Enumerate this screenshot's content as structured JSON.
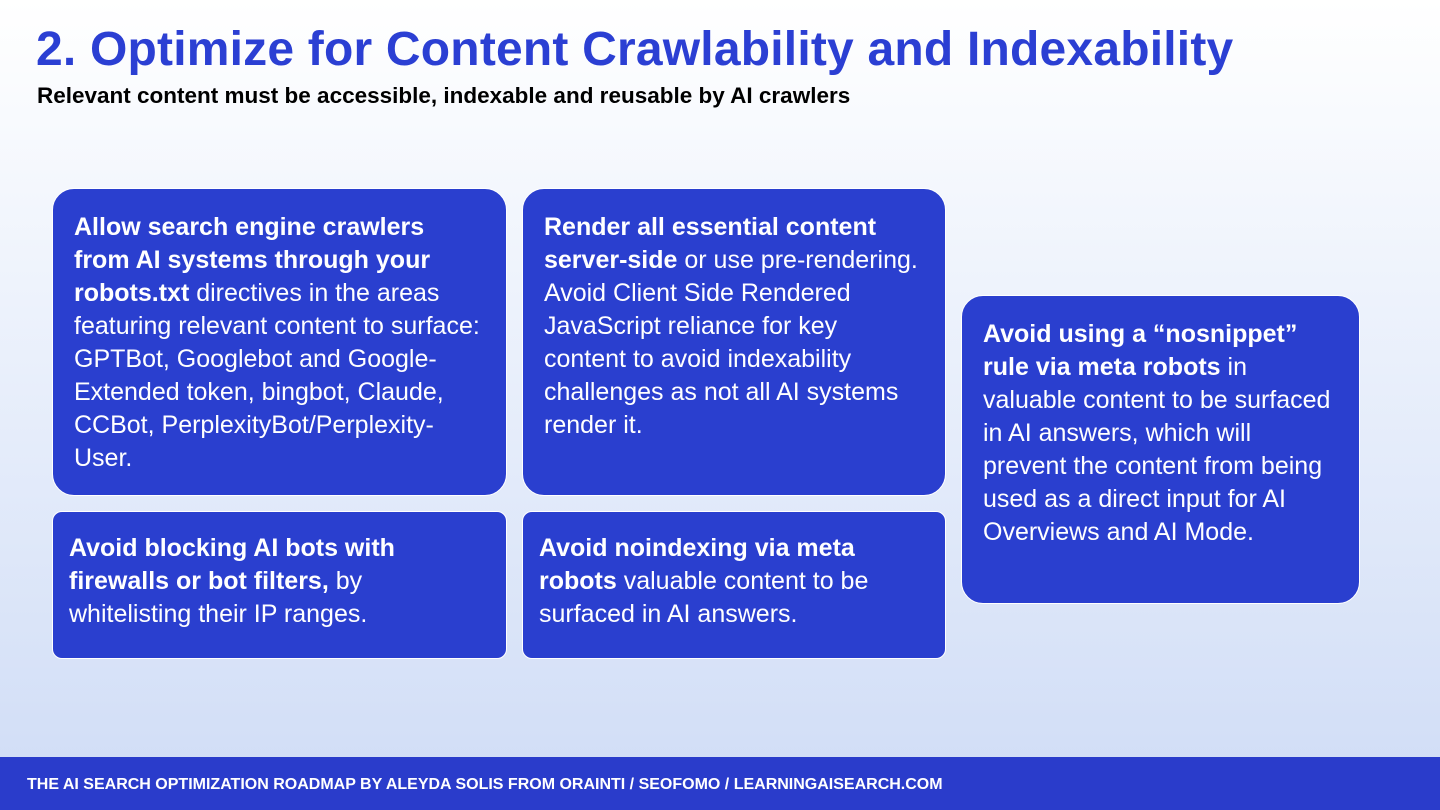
{
  "header": {
    "title": "2. Optimize for Content Crawlability and Indexability",
    "subtitle": "Relevant content must be accessible, indexable and reusable by AI crawlers"
  },
  "cards": [
    {
      "bold": "Allow search engine crawlers from AI systems through your robots.txt",
      "text": " directives in the areas featuring relevant content to surface: GPTBot, Googlebot and Google-Extended token, bingbot, Claude, CCBot, PerplexityBot/Perplexity-User."
    },
    {
      "bold": "Render all essential content server-side",
      "text": " or use pre-rendering. Avoid Client Side Rendered JavaScript reliance for key content to avoid indexability challenges as not all AI systems render it."
    },
    {
      "bold": "Avoid using a “nosnippet” rule via meta robots",
      "text": " in valuable content to be surfaced in AI answers, which will prevent the content from being used as a direct input for AI Overviews and AI Mode."
    },
    {
      "bold": "Avoid blocking AI bots with firewalls or bot filters,",
      "text": " by whitelisting their IP ranges."
    },
    {
      "bold": "Avoid noindexing via meta robots",
      "text": " valuable content to be surfaced in AI answers."
    }
  ],
  "footer": {
    "text": "THE AI SEARCH OPTIMIZATION ROADMAP BY ALEYDA SOLIS FROM ORAINTI / SEOFOMO / LEARNINGAISEARCH.COM"
  },
  "colors": {
    "accent": "#2a3fcf",
    "title": "#2b3fd3"
  }
}
